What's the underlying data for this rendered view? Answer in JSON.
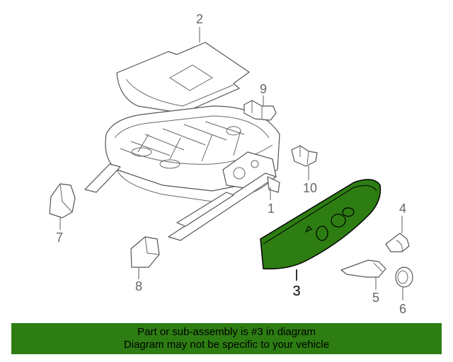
{
  "callouts": {
    "c1": "1",
    "c2": "2",
    "c3": "3",
    "c4": "4",
    "c5": "5",
    "c6": "6",
    "c7": "7",
    "c8": "8",
    "c9": "9",
    "c10": "10"
  },
  "highlight_color": "#2d7d12",
  "banner": {
    "line1": "Part or sub-assembly is #3 in diagram",
    "line2": "Diagram may not be specific to your vehicle"
  }
}
